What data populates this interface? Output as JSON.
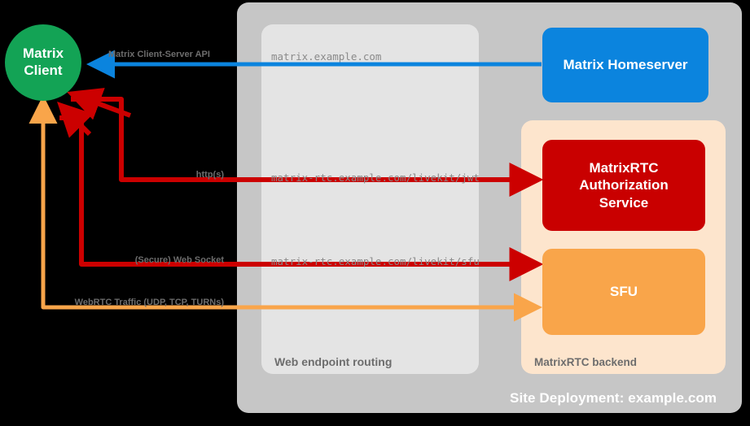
{
  "diagram": {
    "title": "Site Deployment: example.com",
    "colors": {
      "background": "#000000",
      "site_container": "#c6c6c6",
      "web_endpoint_panel": "#e4e4e4",
      "matrixrtc_backend_panel": "#fde5cd",
      "matrix_client": "#13a355",
      "matrix_homeserver": "#0b84de",
      "matrixrtc_auth_service": "#c90000",
      "sfu": "#f9a54a",
      "arrow_blue": "#0b84de",
      "arrow_red": "#cc0000",
      "arrow_orange": "#f9a54a",
      "label_gray": "#6d6d6d",
      "url_gray": "#8a8a8a"
    }
  },
  "nodes": {
    "client": {
      "label_line1": "Matrix",
      "label_line2": "Client"
    },
    "homeserver": {
      "label": "Matrix Homeserver"
    },
    "auth_service": {
      "label_line1": "MatrixRTC",
      "label_line2": "Authorization",
      "label_line3": "Service"
    },
    "sfu": {
      "label": "SFU"
    }
  },
  "groups": {
    "site_deployment": {
      "label": "Site Deployment: example.com"
    },
    "web_endpoint_routing": {
      "label": "Web endpoint routing"
    },
    "matrixrtc_backend": {
      "label": "MatrixRTC backend"
    }
  },
  "edges": [
    {
      "id": "cs-api",
      "protocol_label": "Matrix Client-Server API",
      "endpoint_url": "matrix.example.com",
      "color": "#0b84de",
      "from": "matrix-homeserver",
      "to": "matrix-client"
    },
    {
      "id": "jwt",
      "protocol_label": "http(s)",
      "endpoint_url": "matrix-rtc.example.com/livekit/jwt",
      "color": "#cc0000",
      "from": "matrix-client",
      "to": "matrixrtc-auth-service"
    },
    {
      "id": "sfu-ws",
      "protocol_label": "(Secure) Web Socket",
      "endpoint_url": "matrix-rtc.example.com/livekit/sfu",
      "color": "#cc0000",
      "from": "matrix-client",
      "to": "sfu"
    },
    {
      "id": "webrtc",
      "protocol_label": "WebRTC Traffic (UDP, TCP, TURNs)",
      "endpoint_url": "",
      "color": "#f9a54a",
      "from": "matrix-client",
      "to": "sfu"
    }
  ]
}
